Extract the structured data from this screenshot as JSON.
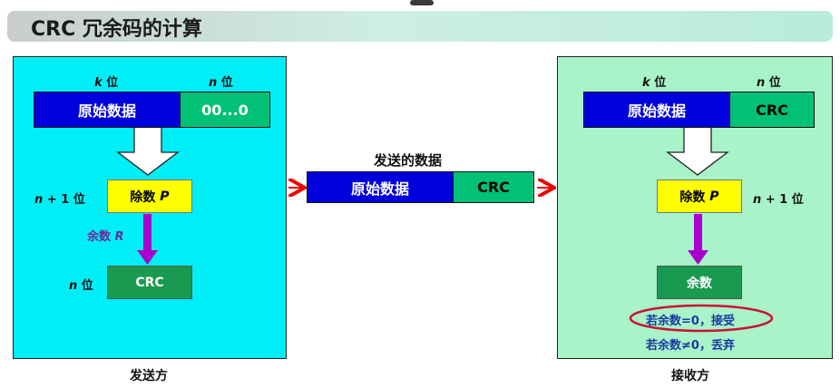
{
  "title": "CRC 冗余码的计算",
  "sender": {
    "caption": "发送方",
    "k_var": "k",
    "k_unit": "位",
    "n_var": "n",
    "n_unit": "位",
    "data_label": "原始数据",
    "zeros_label": "00...0",
    "n1_var": "n",
    "n1_suffix": "+ 1 位",
    "divisor_text": "除数",
    "divisor_var": "P",
    "remainder_text": "余数",
    "remainder_var": "R",
    "crc_n_var": "n",
    "crc_n_unit": "位",
    "crc_label": "CRC"
  },
  "transmission": {
    "caption": "发送的数据",
    "data_label": "原始数据",
    "crc_label": "CRC"
  },
  "receiver": {
    "caption": "接收方",
    "k_var": "k",
    "k_unit": "位",
    "n_var": "n",
    "n_unit": "位",
    "data_label": "原始数据",
    "crc_label": "CRC",
    "divisor_text": "除数",
    "divisor_var": "P",
    "n1_var": "n",
    "n1_suffix": "+ 1 位",
    "remainder_label": "余数",
    "accept_rule": "若余数=0，接受",
    "discard_rule": "若余数≠0，丢弃"
  },
  "colors": {
    "sender_bg": "#00eef6",
    "receiver_bg": "#a8f3c8",
    "data_blue": "#0000dd",
    "crc_green": "#00c176",
    "divisor_yellow": "#ffff00",
    "arrow_purple": "#aa00cc",
    "arrow_red": "#ee0000",
    "highlight_ring": "#cc1133"
  }
}
